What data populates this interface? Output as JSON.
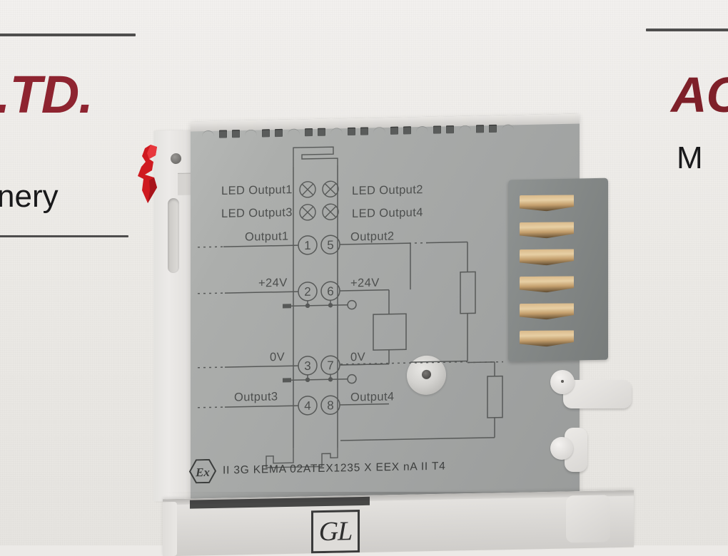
{
  "background": {
    "left_text_top": ".TD.",
    "left_text_bottom": "nery",
    "right_text_top": "AC",
    "right_text_bottom": "M"
  },
  "module": {
    "schematic": {
      "led_labels": [
        {
          "left": "LED Output1",
          "right": "LED Output2"
        },
        {
          "left": "LED Output3",
          "right": "LED Output4"
        }
      ],
      "rows": [
        {
          "left_label": "Output1",
          "left_terminal": "1",
          "right_terminal": "5",
          "right_label": "Output2"
        },
        {
          "left_label": "+24V",
          "left_terminal": "2",
          "right_terminal": "6",
          "right_label": "+24V"
        },
        {
          "left_label": "0V",
          "left_terminal": "3",
          "right_terminal": "7",
          "right_label": "0V"
        },
        {
          "left_label": "Output3",
          "left_terminal": "4",
          "right_terminal": "8",
          "right_label": "Output4"
        }
      ]
    },
    "marking": {
      "ex_symbol": "Ex",
      "text": "II 3G  KEMA 02ATEX1235 X  EEX nA II T4"
    },
    "gold_contacts_count": 6
  },
  "module_lower": {
    "badge": "GL"
  },
  "colors": {
    "body_gray": "#a5a7a6",
    "panel_gray": "#858988",
    "gold": "#d9b98a",
    "red_clip": "#d3171e",
    "brand_red": "#8e2430",
    "line": "#4d4f4e"
  }
}
